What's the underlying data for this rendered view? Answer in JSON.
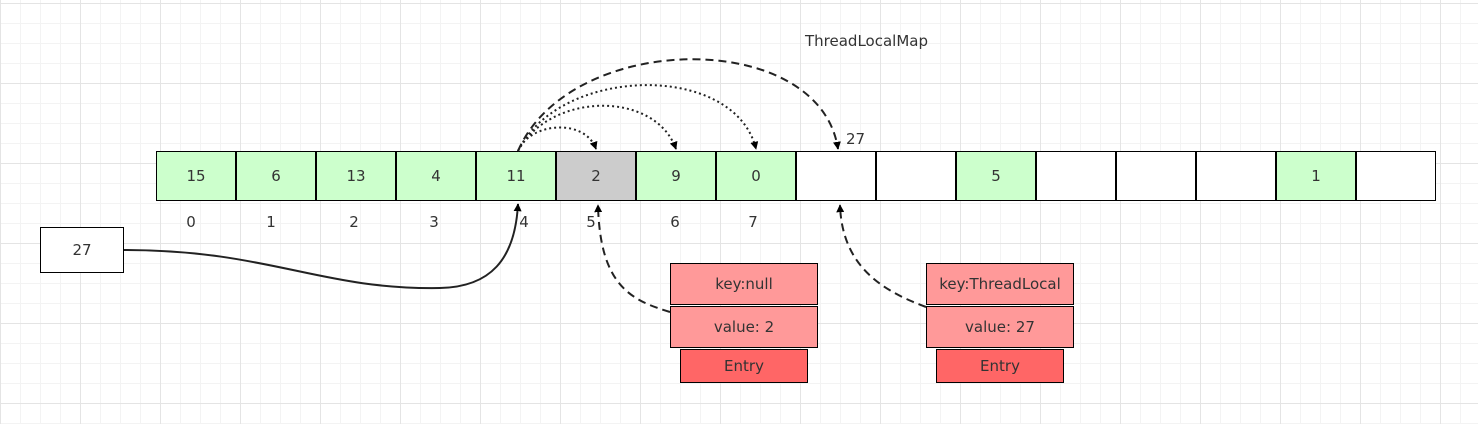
{
  "diagram": {
    "title": "ThreadLocalMap",
    "slots": [
      {
        "value": "15",
        "state": "green"
      },
      {
        "value": "6",
        "state": "green"
      },
      {
        "value": "13",
        "state": "green"
      },
      {
        "value": "4",
        "state": "green"
      },
      {
        "value": "11",
        "state": "green"
      },
      {
        "value": "2",
        "state": "gray"
      },
      {
        "value": "9",
        "state": "green"
      },
      {
        "value": "0",
        "state": "green"
      },
      {
        "value": "",
        "state": "empty"
      },
      {
        "value": "",
        "state": "empty"
      },
      {
        "value": "5",
        "state": "green"
      },
      {
        "value": "",
        "state": "empty"
      },
      {
        "value": "",
        "state": "empty"
      },
      {
        "value": "",
        "state": "empty"
      },
      {
        "value": "1",
        "state": "green"
      },
      {
        "value": "",
        "state": "empty"
      }
    ],
    "indices": [
      "0",
      "1",
      "2",
      "3",
      "4",
      "5",
      "6",
      "7"
    ],
    "probe_label": "27",
    "new_key": "27",
    "entries": [
      {
        "key": "key:null",
        "value": "value: 2",
        "label": "Entry"
      },
      {
        "key": "key:ThreadLocal",
        "value": "value: 27",
        "label": "Entry"
      }
    ],
    "colors": {
      "slot_green": "#ccffcc",
      "slot_gray": "#cccccc",
      "entry_kv": "#ff9999",
      "entry_label": "#ff6666"
    }
  }
}
